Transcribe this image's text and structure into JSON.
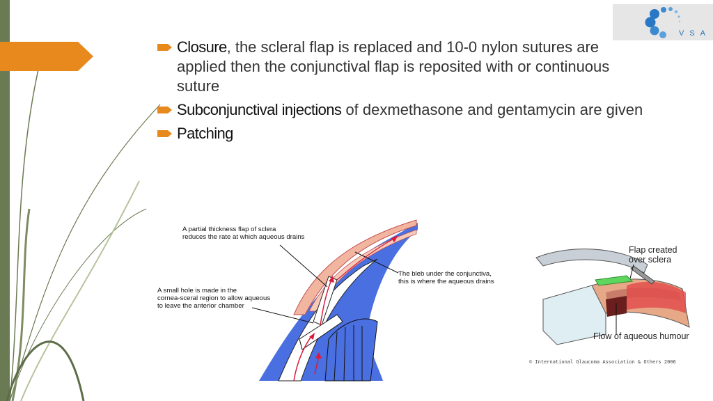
{
  "slide": {
    "bullets": [
      {
        "term": "Closure",
        "text": ", the scleral flap is replaced and 10-0 nylon sutures are applied then the conjunctival flap is reposited with or continuous suture"
      },
      {
        "term": "Subconjunctival injections",
        "text": " of dexmethasone and gentamycin are given"
      },
      {
        "term": "Patching",
        "text": ""
      }
    ]
  },
  "logo": {
    "text": "VSA"
  },
  "diagram_left": {
    "label_flap": "A partial thickness flap of sclera\nreduces the rate at which aqueous drains",
    "label_bleb": "The bleb under the conjunctiva,\nthis is where the aqueous drains",
    "label_hole": "A small hole is made in the\ncornea-sceral region to allow aqueous\nto leave the anterior chamber"
  },
  "diagram_right": {
    "label_flap": "Flap created\nover sclera",
    "label_flow": "Flow of aqueous humour"
  },
  "copyright": "© International Glaucoma Association & Others 2006",
  "colors": {
    "accent_orange": "#e8891e",
    "left_bar": "#6a7a52",
    "diagram_blue": "#4a6fe0",
    "arrow_red": "#d81a3c"
  }
}
